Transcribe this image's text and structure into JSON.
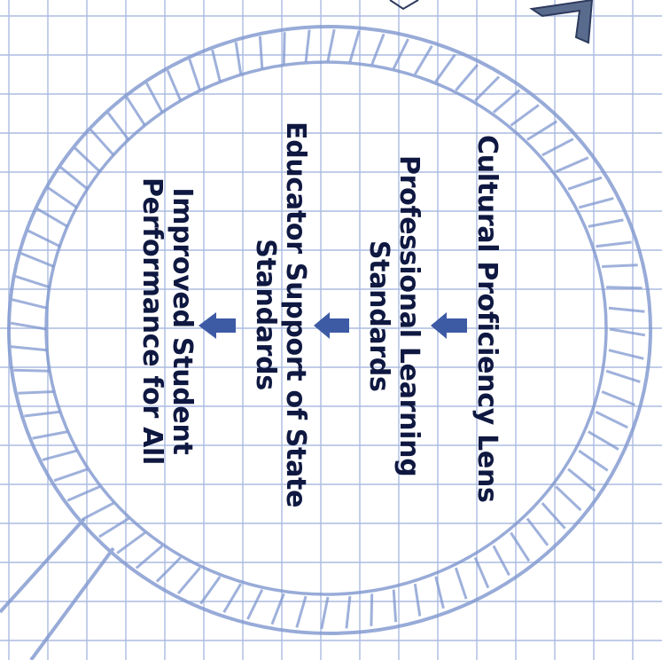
{
  "diagram": {
    "levels": [
      {
        "lines": [
          "Cultural Proficiency Lens"
        ]
      },
      {
        "lines": [
          "Professional Learning",
          "Standards"
        ]
      },
      {
        "lines": [
          "Educator Support of State",
          "Standards"
        ]
      },
      {
        "lines": [
          "Improved Student",
          "Performance for All"
        ]
      }
    ]
  },
  "colors": {
    "ink": "#0f1840",
    "arrow": "#3d5aa5",
    "grid": "#9db0dc",
    "sketch": "#7f97cf",
    "paper": "#ffffff"
  }
}
